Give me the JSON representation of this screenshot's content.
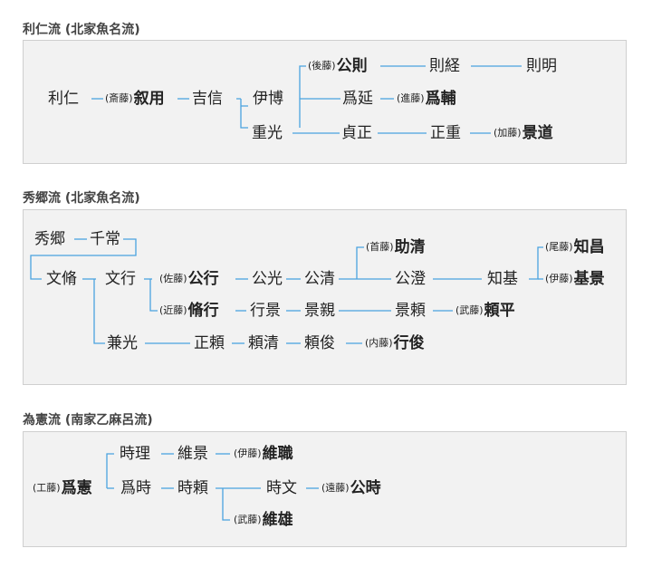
{
  "sections": [
    {
      "title": "利仁流 (北家魚名流)",
      "nodes": [
        {
          "id": "toshihito",
          "name": "利仁"
        },
        {
          "id": "nobumochi",
          "clan": "(斎藤)",
          "name": "叙用",
          "bold": true
        },
        {
          "id": "yoshinobu",
          "name": "吉信"
        },
        {
          "id": "korehiro",
          "name": "伊博"
        },
        {
          "id": "kimnori",
          "clan": "(後藤)",
          "name": "公則",
          "bold": true
        },
        {
          "id": "norimichi",
          "name": "則経"
        },
        {
          "id": "noriaki",
          "name": "則明"
        },
        {
          "id": "tamenobu",
          "name": "爲延"
        },
        {
          "id": "tamesuke",
          "clan": "(進藤)",
          "name": "爲輔",
          "bold": true
        },
        {
          "id": "shigemitsu",
          "name": "重光"
        },
        {
          "id": "sadamasa",
          "name": "貞正"
        },
        {
          "id": "masashige",
          "name": "正重"
        },
        {
          "id": "kagemichi",
          "clan": "(加藤)",
          "name": "景道",
          "bold": true
        }
      ]
    },
    {
      "title": "秀郷流 (北家魚名流)",
      "nodes": [
        {
          "id": "hidesato",
          "name": "秀郷"
        },
        {
          "id": "chitsune",
          "name": "千常"
        },
        {
          "id": "fumisuke",
          "name": "文脩"
        },
        {
          "id": "fumiyuki",
          "name": "文行"
        },
        {
          "id": "kimiyuki",
          "clan": "(佐藤)",
          "name": "公行",
          "bold": true
        },
        {
          "id": "kimimitsu",
          "name": "公光"
        },
        {
          "id": "kimikiyo",
          "name": "公清"
        },
        {
          "id": "suketaka",
          "clan": "(首藤)",
          "name": "助清",
          "bold": true
        },
        {
          "id": "kimizumi",
          "name": "公澄"
        },
        {
          "id": "tomomoto",
          "name": "知基"
        },
        {
          "id": "tomomasa",
          "clan": "(尾藤)",
          "name": "知昌",
          "bold": true
        },
        {
          "id": "motokage",
          "clan": "(伊藤)",
          "name": "基景",
          "bold": true
        },
        {
          "id": "nobuyuki",
          "clan": "(近藤)",
          "name": "脩行",
          "bold": true
        },
        {
          "id": "yukikage",
          "name": "行景"
        },
        {
          "id": "kagechika",
          "name": "景親"
        },
        {
          "id": "kageyori",
          "name": "景頼"
        },
        {
          "id": "yorihira",
          "clan": "(武藤)",
          "name": "頼平",
          "bold": true
        },
        {
          "id": "kanemitsu",
          "name": "兼光"
        },
        {
          "id": "masayori",
          "name": "正頼"
        },
        {
          "id": "yorikiyo",
          "name": "頼清"
        },
        {
          "id": "yoritoshi",
          "name": "頼俊"
        },
        {
          "id": "yukitoshi",
          "clan": "(内藤)",
          "name": "行俊",
          "bold": true
        }
      ]
    },
    {
      "title": "為憲流 (南家乙麻呂流)",
      "nodes": [
        {
          "id": "tamenori",
          "clan": "(工藤)",
          "name": "爲憲",
          "bold": true
        },
        {
          "id": "tokimasa",
          "name": "時理"
        },
        {
          "id": "korekage",
          "name": "維景"
        },
        {
          "id": "koremoto",
          "clan": "(伊藤)",
          "name": "維職",
          "bold": true
        },
        {
          "id": "tametoki",
          "name": "爲時"
        },
        {
          "id": "tokiyori",
          "name": "時頼"
        },
        {
          "id": "tokifumi",
          "name": "時文"
        },
        {
          "id": "kimitoki",
          "clan": "(遠藤)",
          "name": "公時",
          "bold": true
        },
        {
          "id": "korekatsu",
          "clan": "(武藤)",
          "name": "維雄",
          "bold": true
        }
      ]
    }
  ]
}
